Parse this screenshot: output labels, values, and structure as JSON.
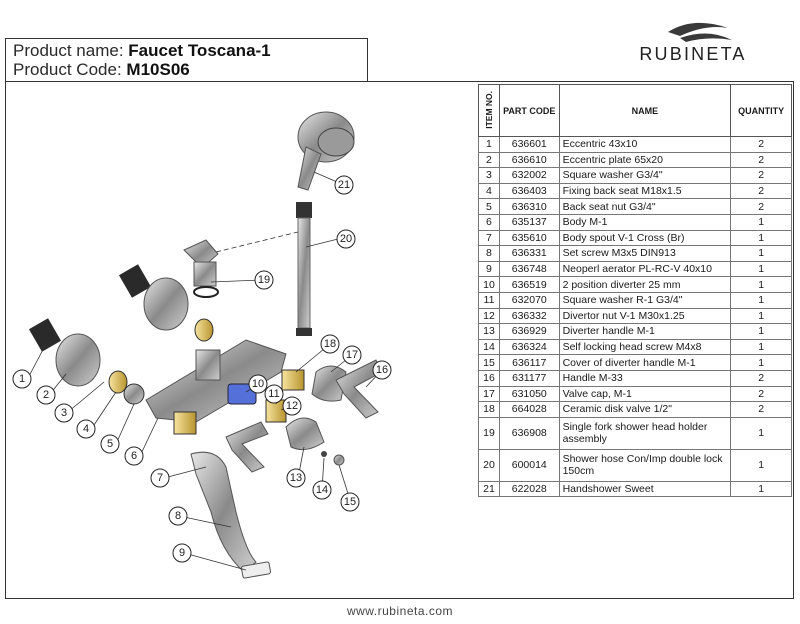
{
  "header": {
    "name_label": "Product name:",
    "name_value": "Faucet Toscana-1",
    "code_label": "Product Code:",
    "code_value": "M10S06"
  },
  "brand": {
    "name": "RUBINETA"
  },
  "table": {
    "headers": {
      "item": "ITEM NO.",
      "code": "PART CODE",
      "name": "NAME",
      "qty": "QUANTITY"
    },
    "rows": [
      {
        "no": "1",
        "code": "636601",
        "name": "Eccentric 43x10",
        "qty": "2"
      },
      {
        "no": "2",
        "code": "636610",
        "name": "Eccentric plate 65x20",
        "qty": "2"
      },
      {
        "no": "3",
        "code": "632002",
        "name": "Square washer G3/4\"",
        "qty": "2"
      },
      {
        "no": "4",
        "code": "636403",
        "name": "Fixing back seat M18x1.5",
        "qty": "2"
      },
      {
        "no": "5",
        "code": "636310",
        "name": "Back seat nut G3/4\"",
        "qty": "2"
      },
      {
        "no": "6",
        "code": "635137",
        "name": "Body M-1",
        "qty": "1"
      },
      {
        "no": "7",
        "code": "635610",
        "name": "Body spout V-1 Cross (Br)",
        "qty": "1"
      },
      {
        "no": "8",
        "code": "636331",
        "name": "Set screw M3x5 DIN913",
        "qty": "1"
      },
      {
        "no": "9",
        "code": "636748",
        "name": "Neoperl aerator PL-RC-V 40x10",
        "qty": "1"
      },
      {
        "no": "10",
        "code": "636519",
        "name": "2 position diverter 25 mm",
        "qty": "1"
      },
      {
        "no": "11",
        "code": "632070",
        "name": "Square washer R-1 G3/4\"",
        "qty": "1"
      },
      {
        "no": "12",
        "code": "636332",
        "name": "Divertor nut V-1 M30x1.25",
        "qty": "1"
      },
      {
        "no": "13",
        "code": "636929",
        "name": "Diverter handle M-1",
        "qty": "1"
      },
      {
        "no": "14",
        "code": "636324",
        "name": "Self locking  head screw  M4x8",
        "qty": "1"
      },
      {
        "no": "15",
        "code": "636117",
        "name": "Cover of diverter handle M-1",
        "qty": "1"
      },
      {
        "no": "16",
        "code": "631177",
        "name": "Handle M-33",
        "qty": "2"
      },
      {
        "no": "17",
        "code": "631050",
        "name": "Valve cap, M-1",
        "qty": "2"
      },
      {
        "no": "18",
        "code": "664028",
        "name": "Ceramic disk valve 1/2\"",
        "qty": "2"
      },
      {
        "no": "19",
        "code": "636908",
        "name": "Single fork shower head holder assembly",
        "qty": "1"
      },
      {
        "no": "20",
        "code": "600014",
        "name": "Shower hose Con/Imp double lock 150cm",
        "qty": "1"
      },
      {
        "no": "21",
        "code": "622028",
        "name": "Handshower  Sweet",
        "qty": "1"
      }
    ]
  },
  "callouts": [
    "1",
    "2",
    "3",
    "4",
    "5",
    "6",
    "7",
    "8",
    "9",
    "10",
    "11",
    "12",
    "13",
    "14",
    "15",
    "16",
    "17",
    "18",
    "19",
    "20",
    "21"
  ],
  "footer": {
    "url": "www.rubineta.com"
  }
}
